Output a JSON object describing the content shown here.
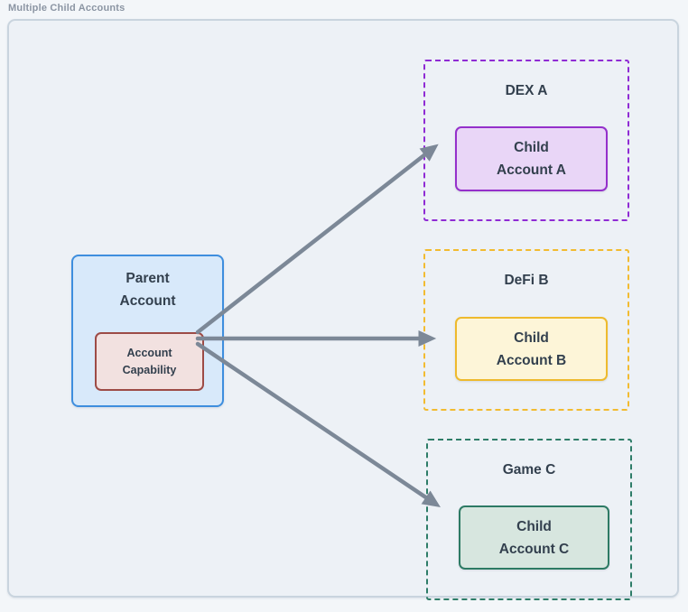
{
  "page": {
    "title": "Multiple Child Accounts"
  },
  "diagram": {
    "parent_group": {
      "label": "Parent\nAccount",
      "fill": "#d8e9fa",
      "border": "#3e8ede",
      "capability": {
        "label": "Account\nCapability",
        "fill": "#f2e1e0",
        "border": "#9d4b46"
      }
    },
    "child_groups": [
      {
        "label": "DEX A",
        "child_label": "Child\nAccount A",
        "group_border": "#8f2bd4",
        "child_fill": "#e9d6f7",
        "child_border": "#9530cb"
      },
      {
        "label": "DeFi B",
        "child_label": "Child\nAccount B",
        "group_border": "#f2bb30",
        "child_fill": "#fdf5d8",
        "child_border": "#eeba2d"
      },
      {
        "label": "Game C",
        "child_label": "Child\nAccount C",
        "group_border": "#2e7d68",
        "child_fill": "#d7e6df",
        "child_border": "#2d7a64"
      }
    ],
    "connectors": {
      "color": "#7c8897",
      "from": "Account Capability",
      "targets": [
        "Child Account A",
        "Child Account B",
        "Child Account C"
      ]
    }
  }
}
